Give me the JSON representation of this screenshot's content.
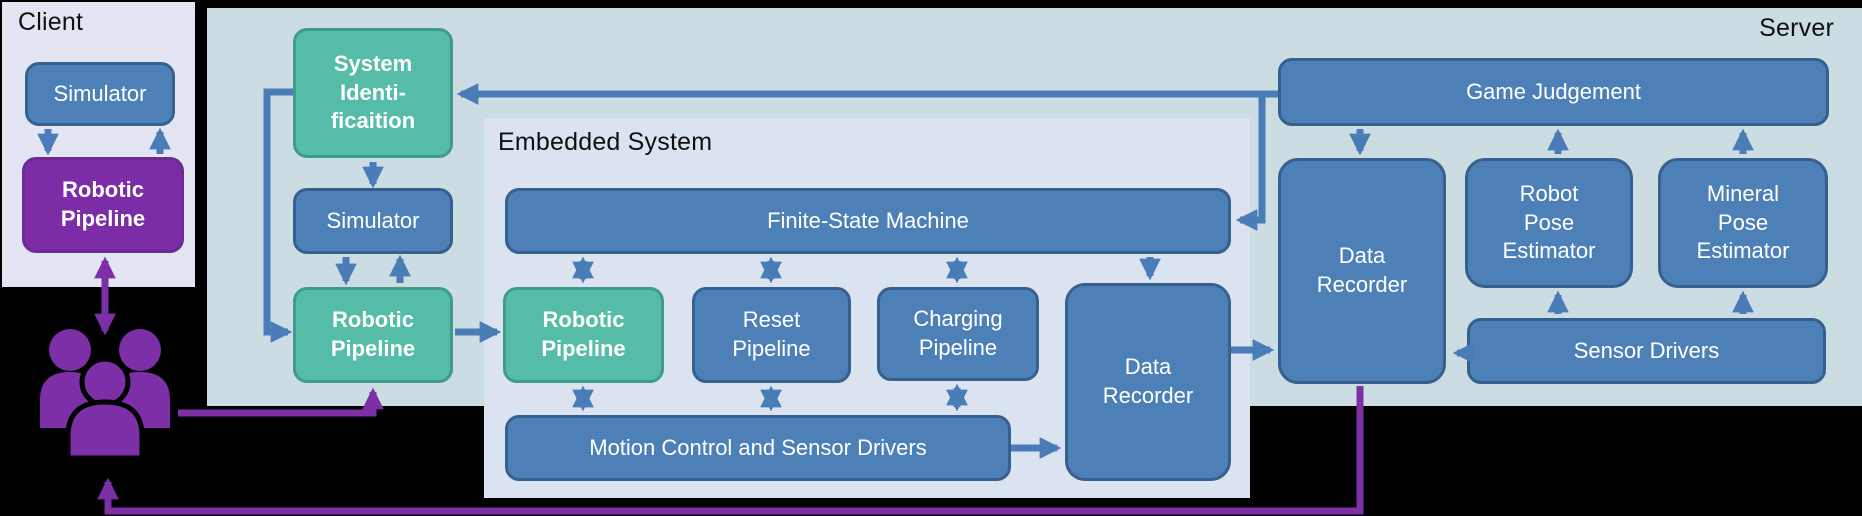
{
  "panels": {
    "client": {
      "label": "Client"
    },
    "server": {
      "label": "Server"
    },
    "embedded": {
      "label": "Embedded System"
    }
  },
  "nodes": {
    "client_simulator": {
      "label": "Simulator"
    },
    "client_robotic_pipeline": {
      "label": "Robotic\nPipeline"
    },
    "system_identification": {
      "label": "System\nIdenti-\nficaition"
    },
    "server_simulator": {
      "label": "Simulator"
    },
    "server_robotic_pipeline": {
      "label": "Robotic\nPipeline"
    },
    "finite_state_machine": {
      "label": "Finite-State Machine"
    },
    "embedded_robotic_pipeline": {
      "label": "Robotic\nPipeline"
    },
    "reset_pipeline": {
      "label": "Reset\nPipeline"
    },
    "charging_pipeline": {
      "label": "Charging\nPipeline"
    },
    "embedded_data_recorder": {
      "label": "Data\nRecorder"
    },
    "motion_control": {
      "label": "Motion Control and Sensor Drivers"
    },
    "game_judgement": {
      "label": "Game Judgement"
    },
    "server_data_recorder": {
      "label": "Data\nRecorder"
    },
    "robot_pose_estimator": {
      "label": "Robot\nPose\nEstimator"
    },
    "mineral_pose_estimator": {
      "label": "Mineral\nPose\nEstimator"
    },
    "sensor_drivers": {
      "label": "Sensor Drivers"
    }
  },
  "icons": {
    "people_group": "three-users-silhouette"
  },
  "colors": {
    "box_blue": "#4e80b8",
    "box_blue_border": "#36618f",
    "box_teal": "#55bca7",
    "box_teal_border": "#3f9b8b",
    "box_purple": "#7b2ca6",
    "arrow_blue": "#4a7cb8",
    "arrow_purple": "#7d2fa8",
    "client_bg": "#e3e6f2",
    "server_bg": "#ccdce3",
    "embedded_bg": "#dce3f0",
    "background": "#000000"
  }
}
